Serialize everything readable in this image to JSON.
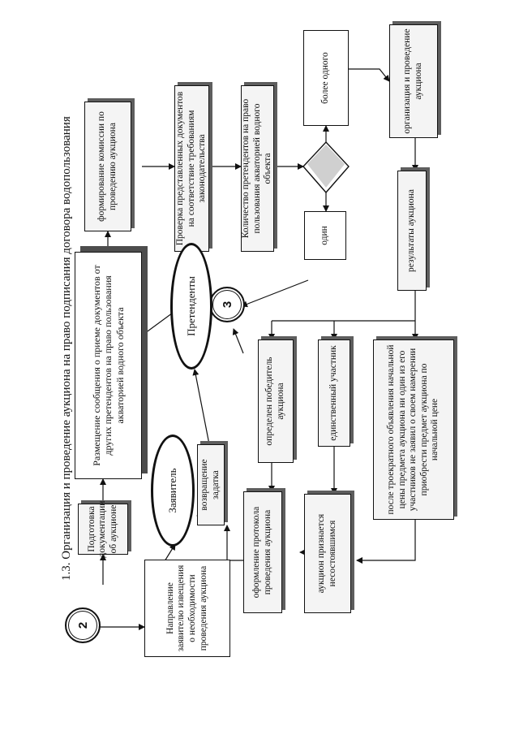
{
  "title": "1.3. Организация и проведение аукциона на право подписания договора водопользования",
  "connectors": {
    "c2": "2",
    "c3": "3"
  },
  "nodes": {
    "podgotovka": "Подготовка документации об аукционе",
    "razmeshchenie": "Размещение сообщения о приеме документов от других претендентов на право пользования акваторией водного объекта",
    "formirovanie": "формирование комиссии по проведению аукциона",
    "proverka": "Проверка представленных документов на соответствие требованиям законодательства",
    "kolichestvo": "Количество претендентов на право пользования акваторией водного объекта",
    "bolee": "более одного",
    "odin": "один",
    "organizaciya": "организация и проведение аукциона",
    "rezultaty": "результаты аукциона",
    "pobeditel": "определен победитель аукциона",
    "edinstvennyi": "единственный участник",
    "posle": "после троекратного объявления начальной цены предмета аукциона ни один из его участников не заявил о своем намерении приобрести предмет аукциона по начальной цене",
    "protokol": "оформление протокола проведения аукциона",
    "nesostoyavshimsya": "аукцион признается несостоявшимся",
    "vozvrashchenie": "возвращение задатка",
    "napravlenie": "Направление заявителю извещения о необходимости проведения аукциона",
    "zayavitel": "Заявитель",
    "pretendenty": "Претенденты"
  }
}
